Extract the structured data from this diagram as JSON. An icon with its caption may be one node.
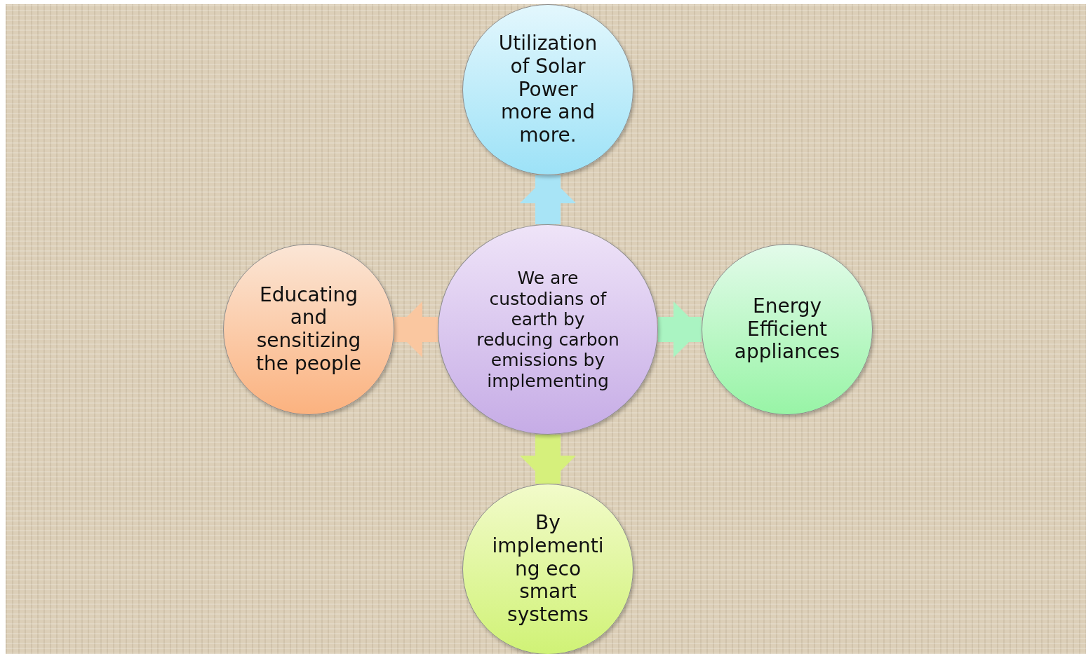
{
  "diagram": {
    "nodes": [
      {
        "text": [
          "We are custodians of earth by reducing carbon emissions by implementing"
        ]
      },
      {
        "text": [
          "Utilization of Solar Power more and more."
        ]
      },
      {
        "text": [
          "Educating and sensitizing the people"
        ]
      },
      {
        "text": [
          "Energy Efficient appliances"
        ]
      },
      {
        "text": [
          "By implementing eco smart systems"
        ]
      }
    ],
    "edges": [
      {
        "from": 0,
        "to": 1,
        "arrow": "to",
        "color": "#a8e4f6"
      },
      {
        "from": 0,
        "to": 2,
        "arrow": "to",
        "color": "#fac7a0"
      },
      {
        "from": 0,
        "to": 3,
        "arrow": "to",
        "color": "#aaf4c2"
      },
      {
        "from": 0,
        "to": 4,
        "arrow": "to",
        "color": "#d6f07c"
      }
    ]
  }
}
